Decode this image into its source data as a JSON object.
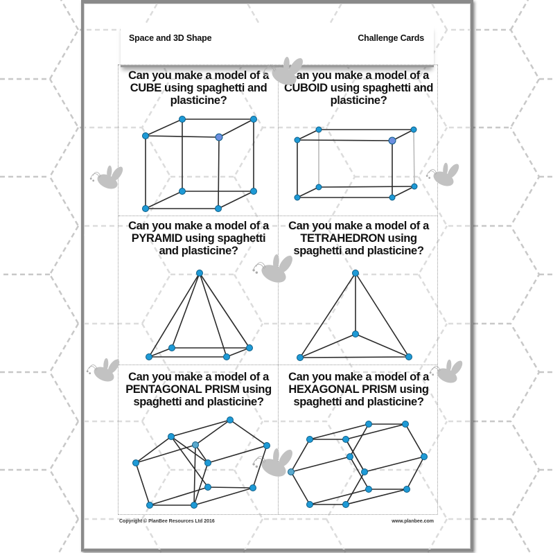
{
  "header": {
    "left_title": "Space and 3D Shape",
    "right_title": "Challenge Cards"
  },
  "cards": [
    {
      "shape": "CUBE",
      "question_lines": [
        "Can you make a model of a",
        "CUBE using spaghetti and",
        "plasticine?"
      ]
    },
    {
      "shape": "CUBOID",
      "question_lines": [
        "Can you make a model of a",
        "CUBOID using spaghetti and",
        "plasticine?"
      ]
    },
    {
      "shape": "PYRAMID",
      "question_lines": [
        "Can you make a model of a",
        "PYRAMID using spaghetti",
        "and plasticine?"
      ]
    },
    {
      "shape": "TETRAHEDRON",
      "question_lines": [
        "Can you make a model of a",
        "TETRAHEDRON using",
        "spaghetti and plasticine?"
      ]
    },
    {
      "shape": "PENTAGONAL PRISM",
      "question_lines": [
        "Can you make a model of a",
        "PENTAGONAL PRISM using",
        "spaghetti and plasticine?"
      ]
    },
    {
      "shape": "HEXAGONAL PRISM",
      "question_lines": [
        "Can you make a model of a",
        "HEXAGONAL PRISM using",
        "spaghetti and plasticine?"
      ]
    }
  ],
  "footer": {
    "copyright": "Copyright © PlanBee Resources Ltd 2016",
    "website": "www.planbee.com"
  },
  "colors": {
    "vertex": "#1e9ad6",
    "vertex_highlight": "#6d8fe0",
    "edge": "#2b2b2b",
    "background_pattern": "#c8c8c8",
    "bee": "#bdbdbd"
  }
}
